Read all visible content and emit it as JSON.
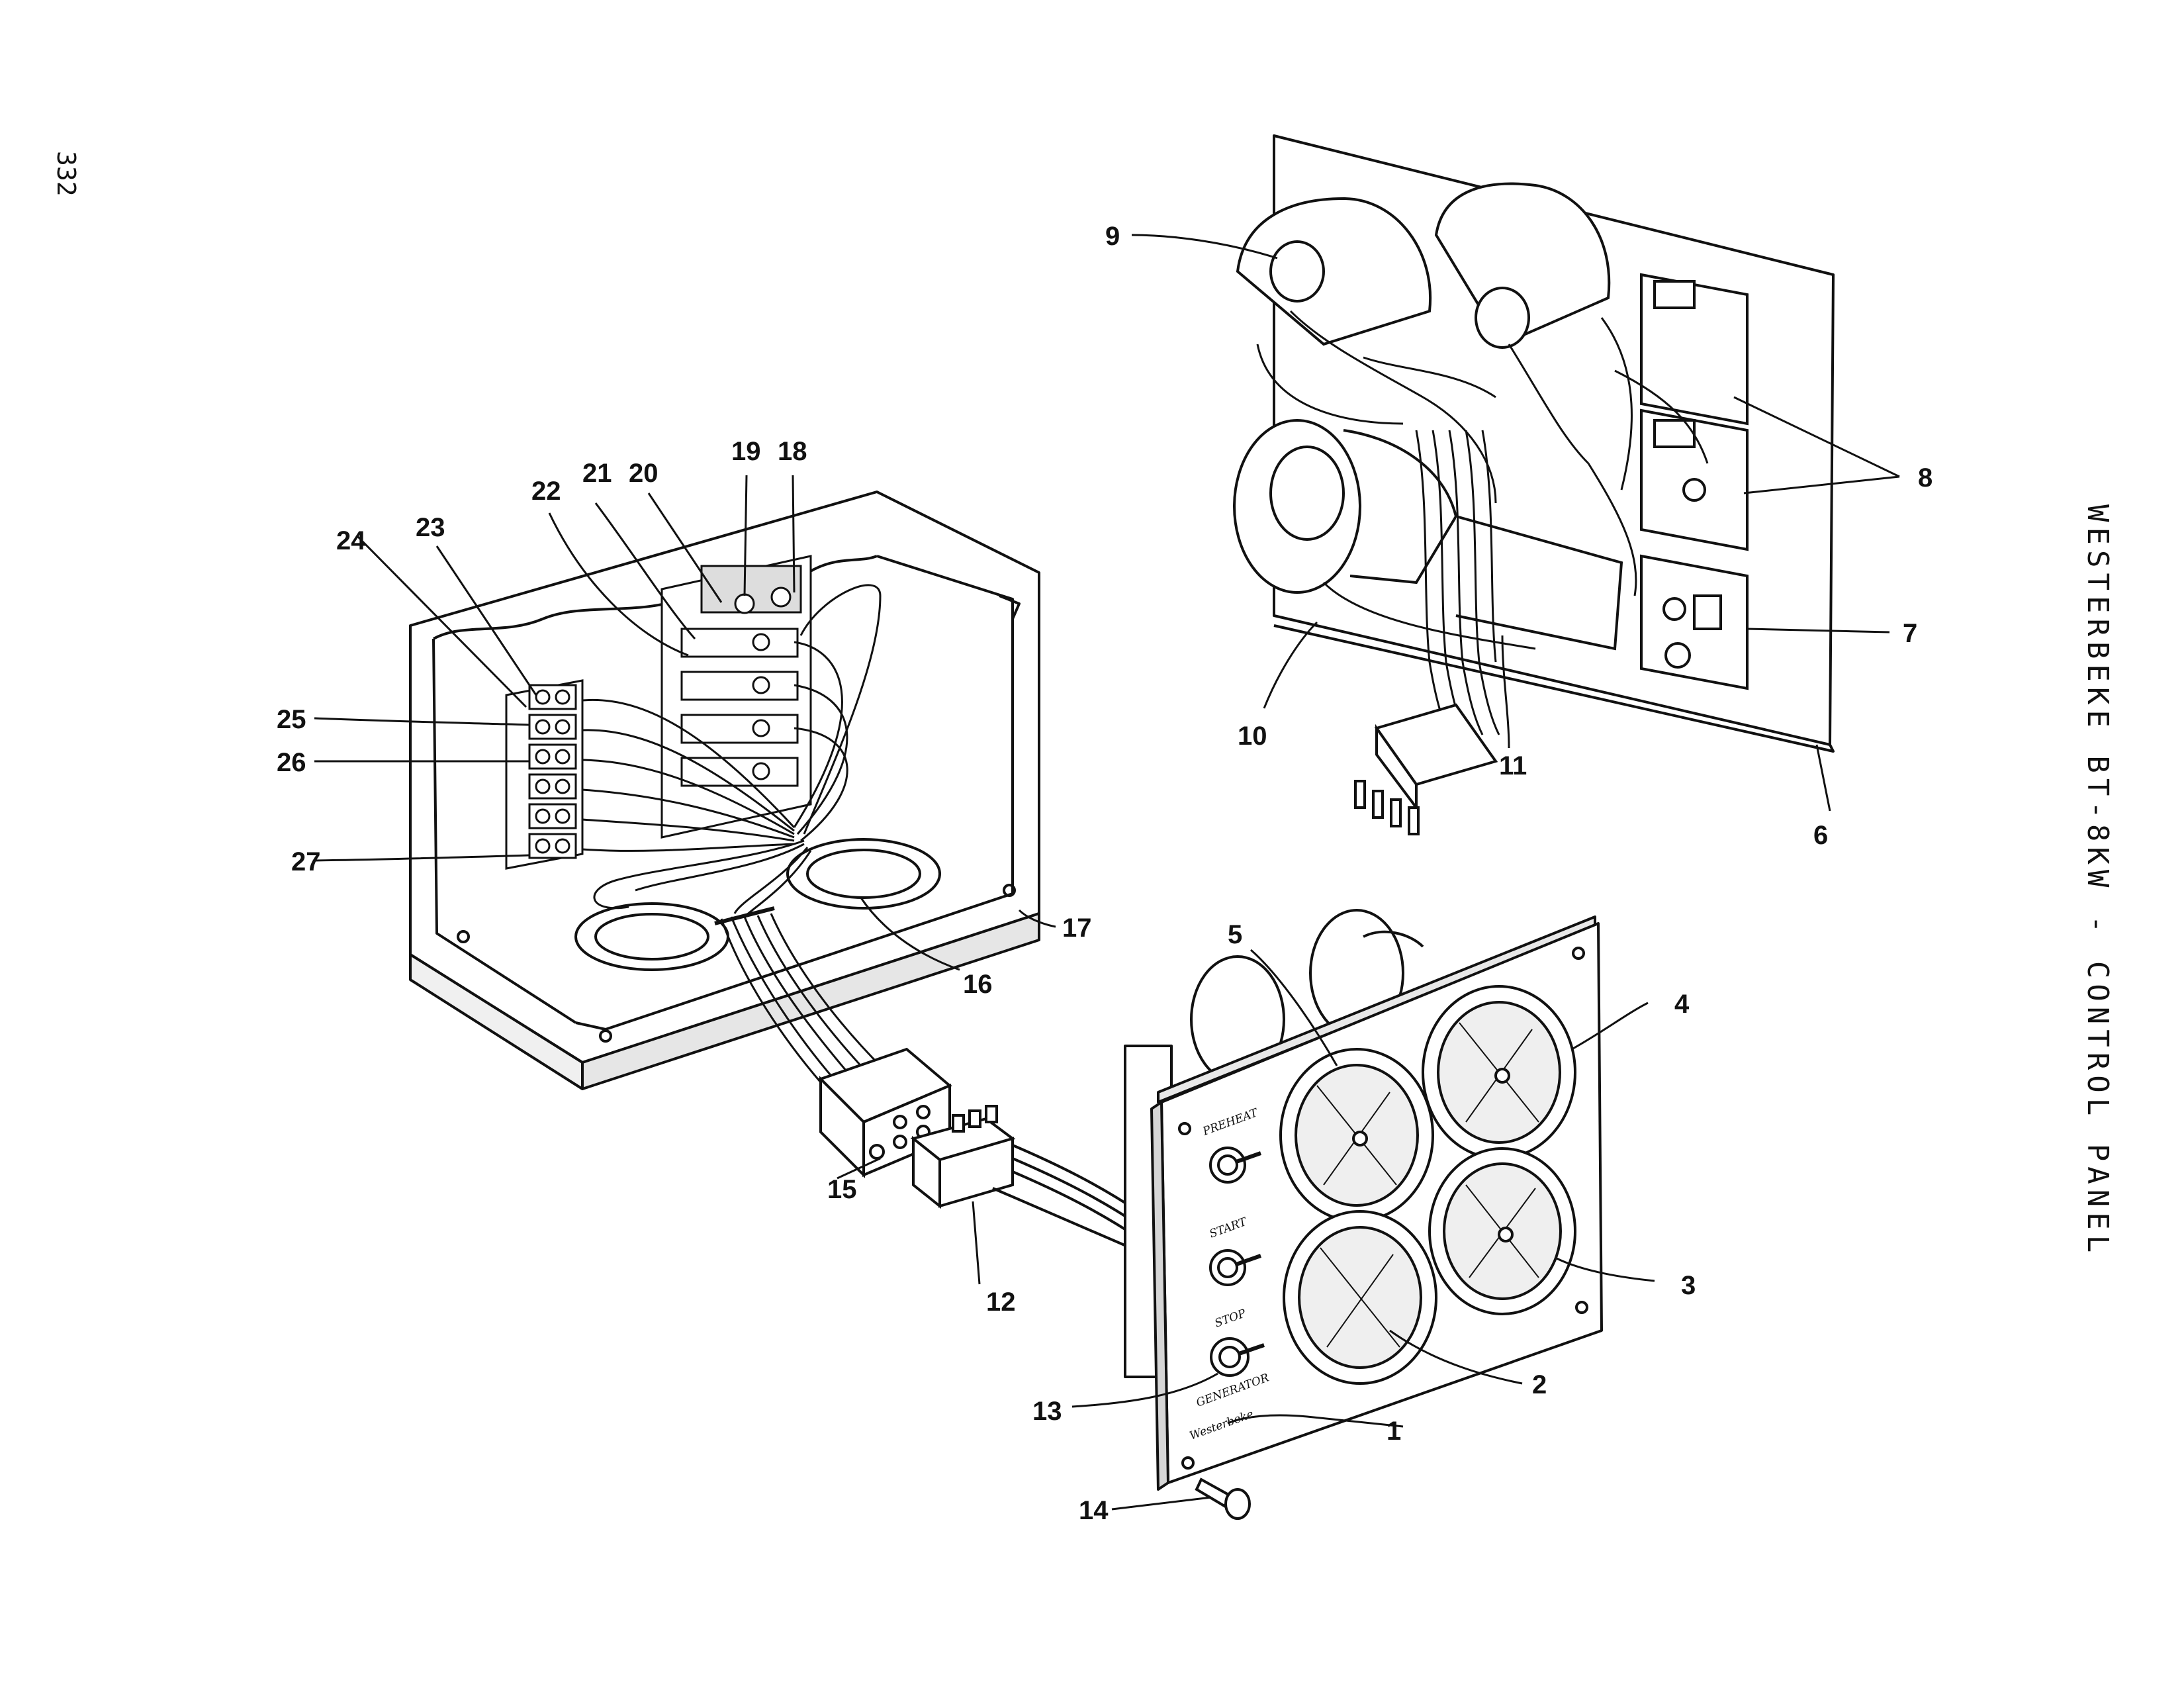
{
  "page": {
    "number": "332",
    "title": "WESTERBEKE BT-8KW - CONTROL PANEL"
  },
  "panel_labels": {
    "preheat": "PREHEAT",
    "start": "START",
    "stop": "STOP",
    "generator": "GENERATOR",
    "maker": "Westerbeke"
  },
  "callouts": [
    "1",
    "2",
    "3",
    "4",
    "5",
    "6",
    "7",
    "8",
    "9",
    "10",
    "11",
    "12",
    "13",
    "14",
    "15",
    "16",
    "17",
    "18",
    "19",
    "20",
    "21",
    "22",
    "23",
    "24",
    "25",
    "26",
    "27"
  ],
  "colors": {
    "ink": "#111111",
    "paper": "#ffffff",
    "shade": "#d6d6d6"
  }
}
